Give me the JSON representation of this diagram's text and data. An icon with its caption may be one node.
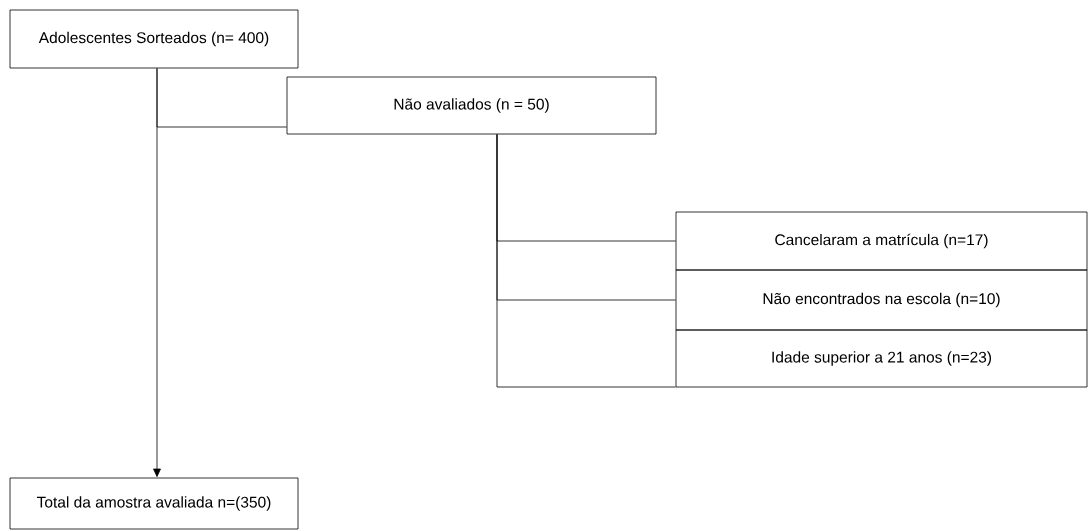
{
  "diagram": {
    "nodes": [
      {
        "text": [
          "Adolescentes Sorteados (n= 400)"
        ]
      },
      {
        "text": [
          "Não avaliados (n = 50)"
        ]
      },
      {
        "text": [
          "Cancelaram a matrícula (n=17)"
        ]
      },
      {
        "text": [
          "Não encontrados na escola (n=10)"
        ]
      },
      {
        "text": [
          "Idade superior a 21 anos (n=23)"
        ]
      },
      {
        "text": [
          "Total da amostra avaliada n=(350)"
        ]
      }
    ],
    "edges": [
      {
        "from": 0,
        "to": 5,
        "arrow": "to"
      },
      {
        "from": 0,
        "to": 1,
        "arrow": "none"
      },
      {
        "from": 1,
        "to": 2,
        "arrow": "none"
      },
      {
        "from": 1,
        "to": 3,
        "arrow": "none"
      },
      {
        "from": 1,
        "to": 4,
        "arrow": "none"
      }
    ]
  }
}
